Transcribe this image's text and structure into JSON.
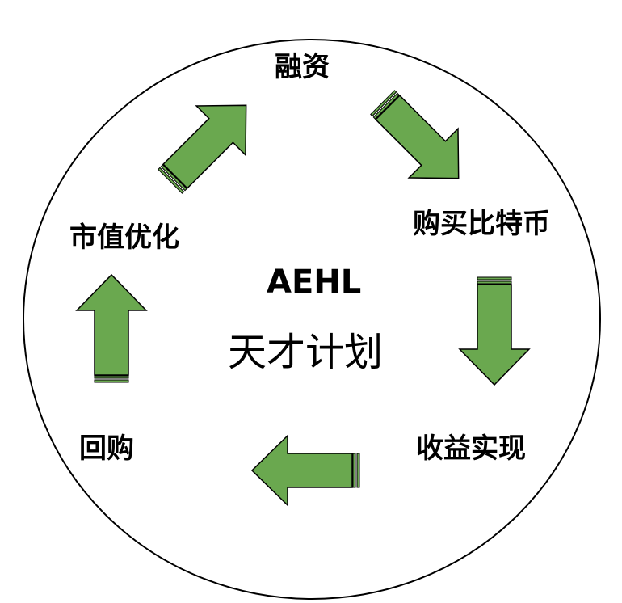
{
  "center": {
    "code": "AEHL",
    "title": "天才计划"
  },
  "steps": [
    {
      "label": "融资"
    },
    {
      "label": "购买比特币"
    },
    {
      "label": "收益实现"
    },
    {
      "label": "回购"
    },
    {
      "label": "市值优化"
    }
  ],
  "colors": {
    "arrow_fill": "#6aa84f",
    "stroke": "#000000",
    "background": "#ffffff"
  }
}
